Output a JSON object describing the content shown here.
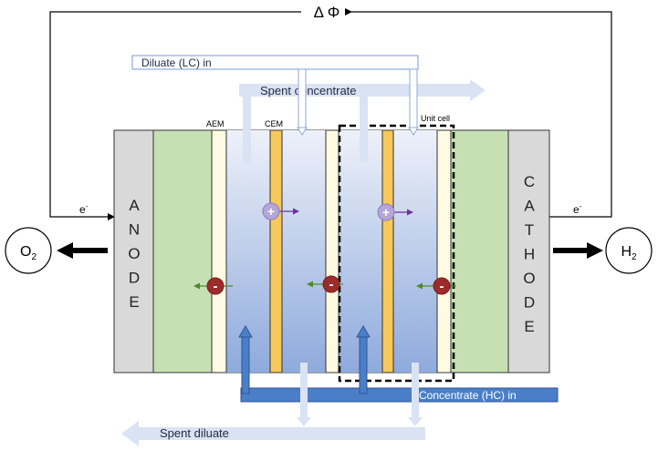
{
  "potential": {
    "symbol": "Δ Φ"
  },
  "electrodes": {
    "anode_letters": [
      "A",
      "N",
      "O",
      "D",
      "E"
    ],
    "cathode_letters": [
      "C",
      "A",
      "T",
      "H",
      "O",
      "D",
      "E"
    ]
  },
  "gases": {
    "left": {
      "main": "O",
      "sub": "2"
    },
    "right": {
      "main": "H",
      "sub": "2"
    }
  },
  "electron": {
    "left": {
      "main": "e",
      "sup": "-"
    },
    "right": {
      "main": "e",
      "sup": "-"
    }
  },
  "membranes": {
    "aem_label": "AEM",
    "cem_label": "CEM",
    "unit_cell_label": "Unit cell"
  },
  "streams": {
    "diluate_in": "Diluate (LC) in",
    "spent_concentrate": "Spent concentrate",
    "concentrate_in": "Concentrate (HC) in",
    "spent_diluate": "Spent diluate"
  },
  "ions": {
    "cation_symbol": "+",
    "anion_symbol": "-"
  },
  "colors": {
    "electrode_gray": "#d9d9d9",
    "electrode_green": "#c6e0b4",
    "aem_fill": "#fffbe3",
    "cem_fill": "#f7c85a",
    "channel_top": "#e9edf8",
    "channel_bottom": "#8faadc",
    "diluate_flow": "#dae3f3",
    "concentrate_flow": "#4a7fc8",
    "cation": "#b4a7d6",
    "anion": "#9b2c2c"
  }
}
